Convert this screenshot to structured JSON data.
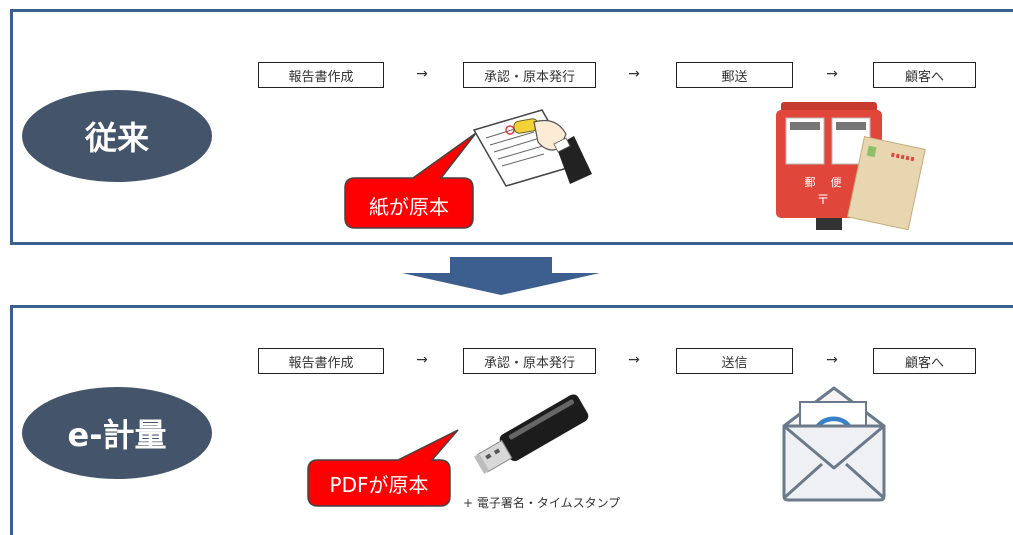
{
  "before": {
    "label": "従来",
    "steps": [
      "報告書作成",
      "承認・原本発行",
      "郵送",
      "顧客へ"
    ],
    "arrow": "→",
    "callout": "紙が原本",
    "postbox_text": [
      "郵",
      "便",
      "〒"
    ]
  },
  "after": {
    "label": "e-計量",
    "steps": [
      "報告書作成",
      "承認・原本発行",
      "送信",
      "顧客へ"
    ],
    "arrow": "→",
    "callout": "PDFが原本",
    "note": "+ 電子署名・タイムスタンプ",
    "mail_symbol": "@"
  },
  "colors": {
    "frame": "#3d5f8f",
    "oval": "#44546a",
    "callout": "#ff0000",
    "transition_arrow": "#3d5f8f"
  }
}
